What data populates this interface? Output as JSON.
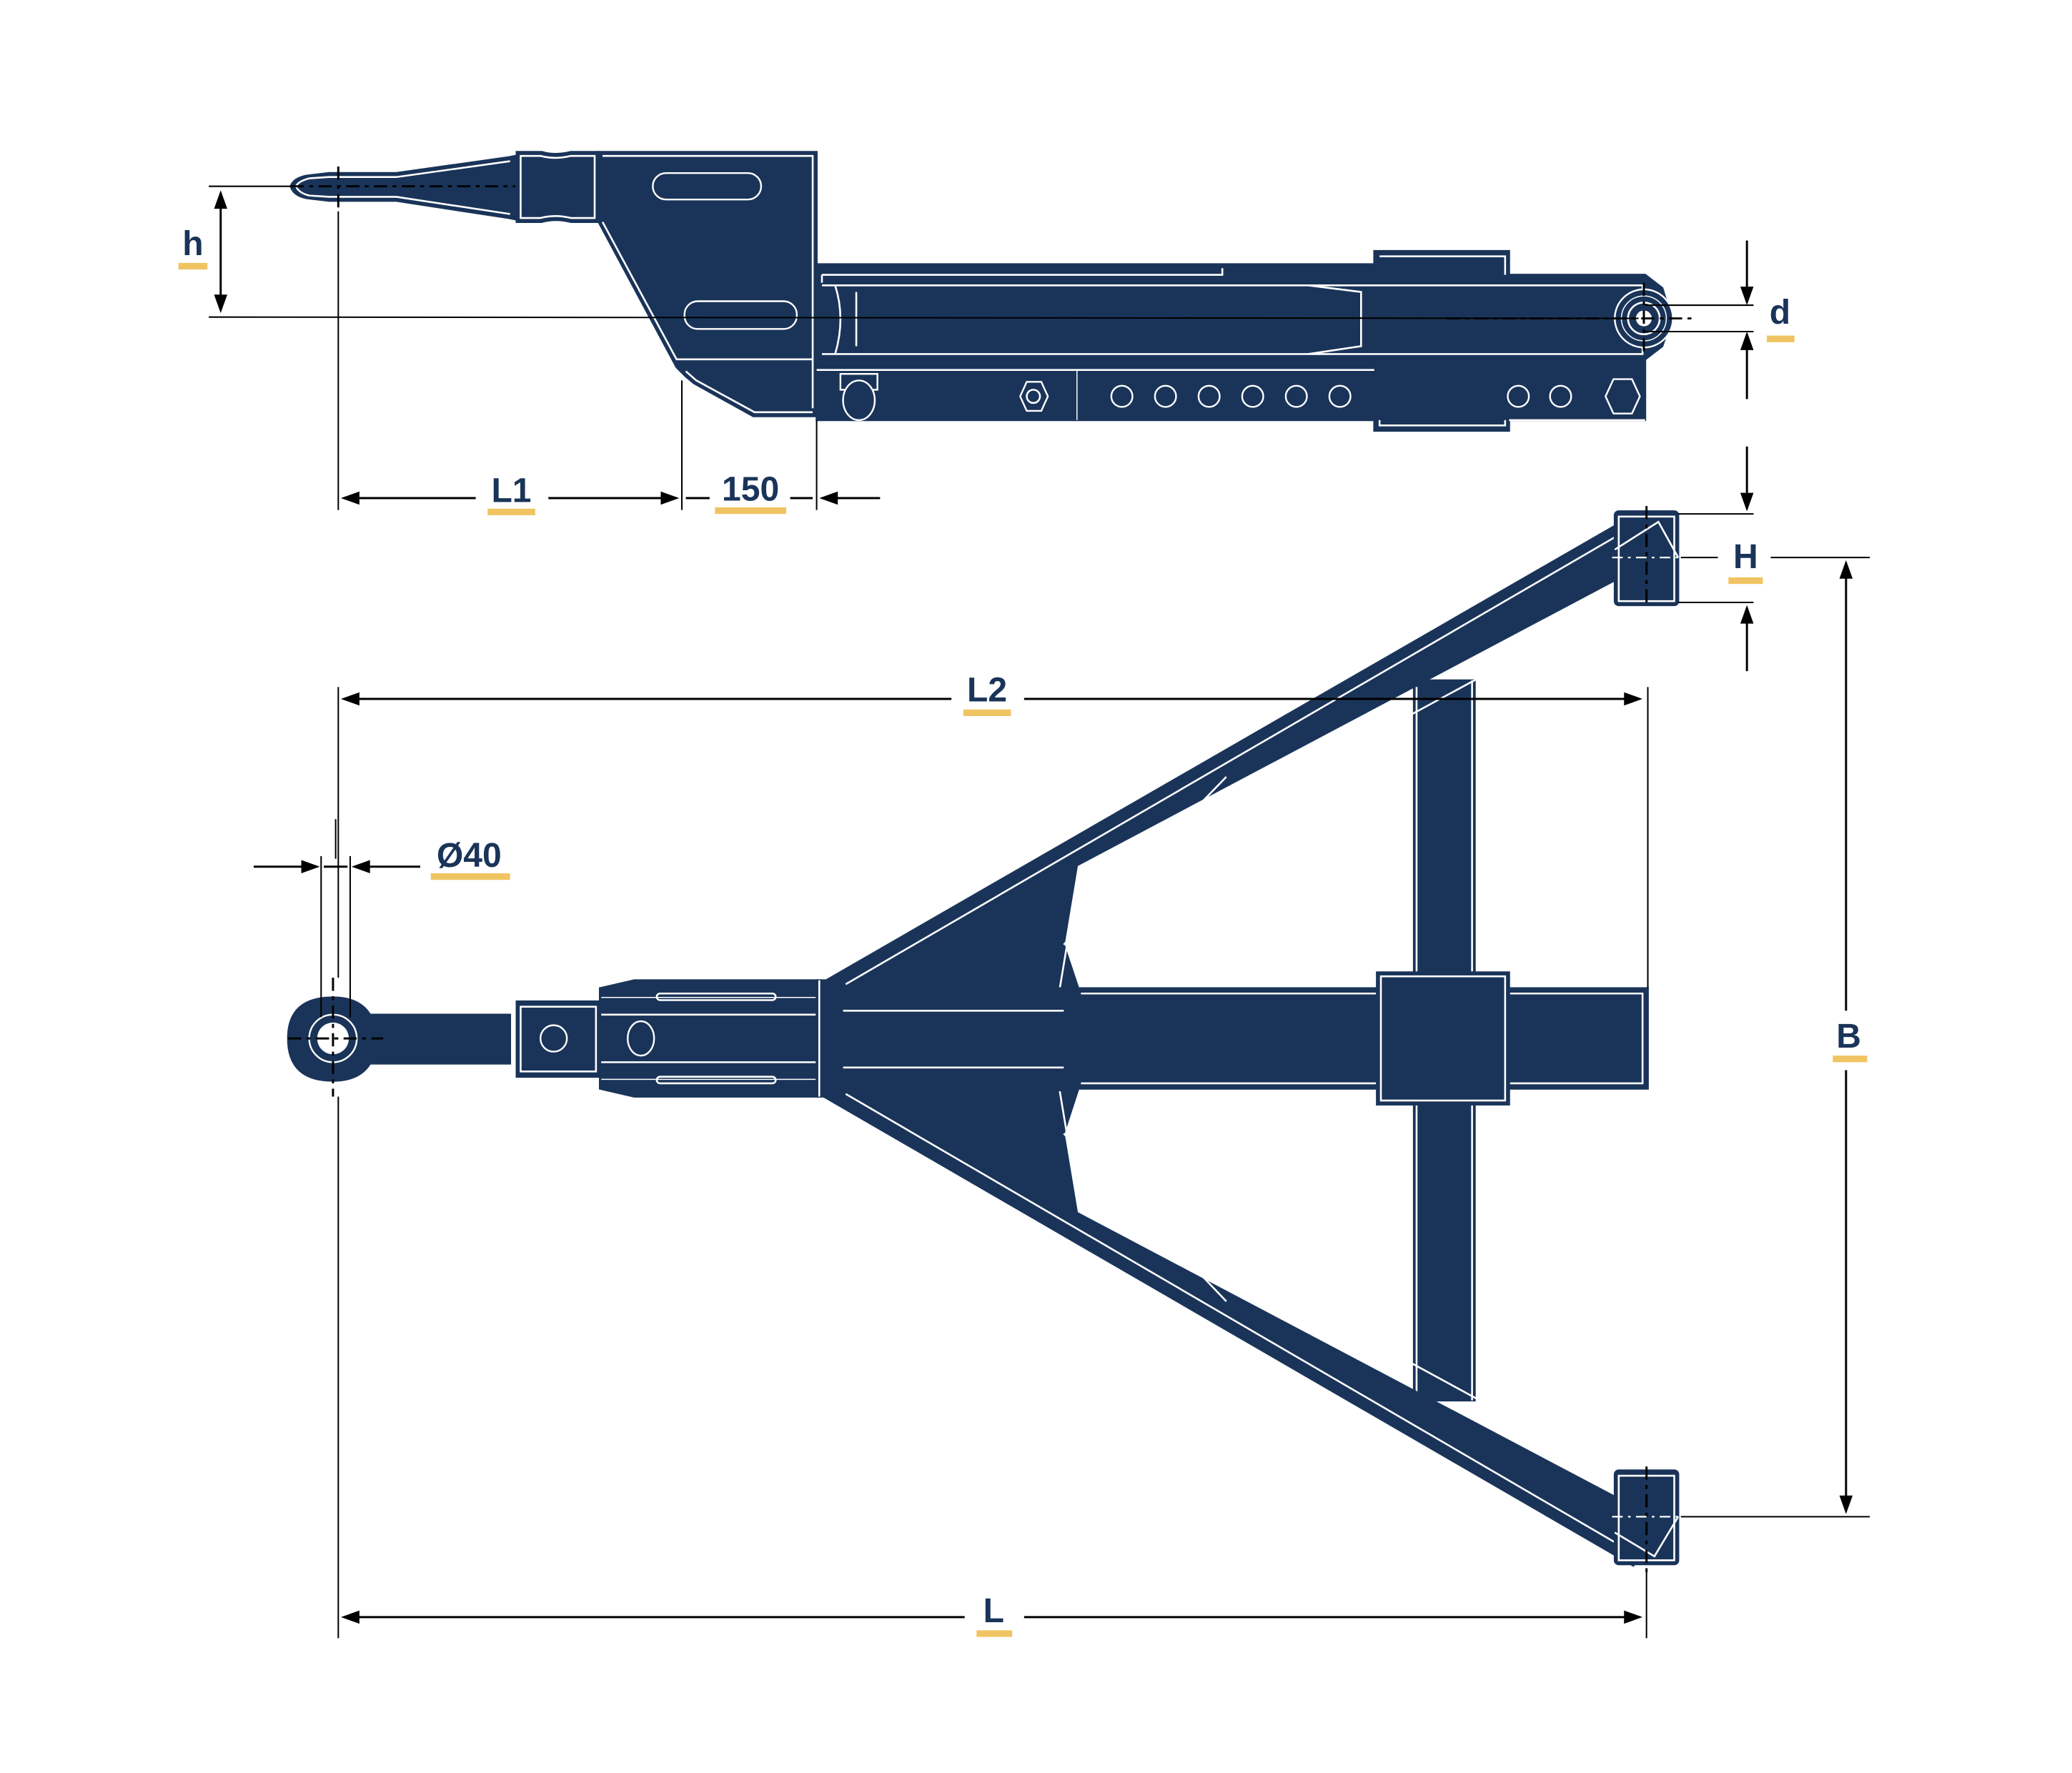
{
  "drawing": {
    "subject": "Tow drawbar / A-frame hitch technical drawing",
    "views": [
      "side-view",
      "top-view"
    ],
    "colors": {
      "part_fill": "#1a3459",
      "part_edge": "#ffffff",
      "dimension_line": "#000000",
      "label_text": "#1a3459",
      "label_underline": "#f0c462",
      "background": "#ffffff"
    }
  },
  "dimensions": {
    "h": {
      "label": "h",
      "meaning": "height offset of drawbar eye"
    },
    "d": {
      "label": "d",
      "meaning": "pin bore diameter (side view)"
    },
    "L1": {
      "label": "L1",
      "meaning": "eye to bracket length"
    },
    "offset150": {
      "label": "150",
      "meaning": "fixed 150 offset"
    },
    "H": {
      "label": "H",
      "meaning": "mounting lug height"
    },
    "L2": {
      "label": "L2",
      "meaning": "eye to crossbar end"
    },
    "dia40": {
      "label": "Ø40",
      "meaning": "eye bore diameter"
    },
    "B": {
      "label": "B",
      "meaning": "width between mounting points"
    },
    "L": {
      "label": "L",
      "meaning": "overall length"
    }
  }
}
